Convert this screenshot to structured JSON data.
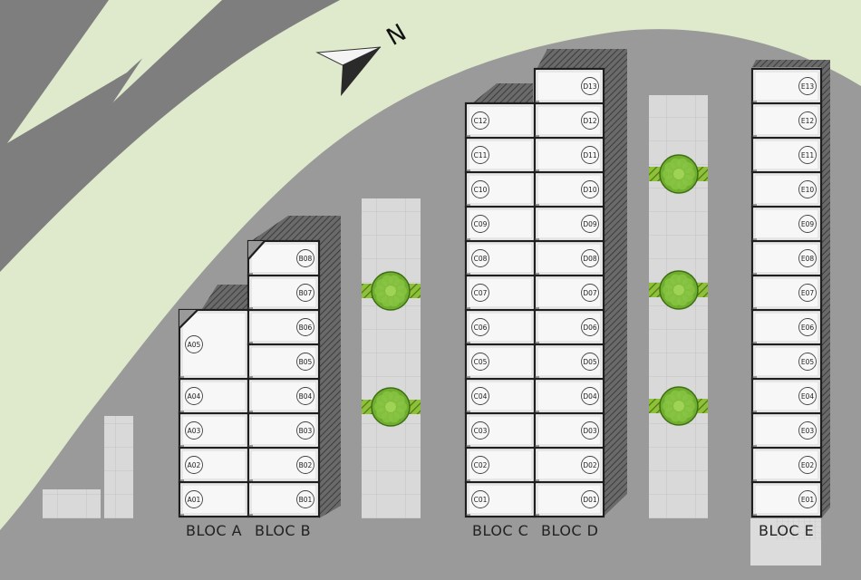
{
  "north": {
    "label": "N"
  },
  "blocs": [
    {
      "id": "A",
      "label": "BLOC A",
      "units": [
        "A01",
        "A02",
        "A03",
        "A04",
        "A05"
      ]
    },
    {
      "id": "B",
      "label": "BLOC B",
      "units": [
        "B01",
        "B02",
        "B03",
        "B04",
        "B05",
        "B06",
        "B07",
        "B08"
      ]
    },
    {
      "id": "C",
      "label": "BLOC C",
      "units": [
        "C01",
        "C02",
        "C03",
        "C04",
        "C05",
        "C06",
        "C07",
        "C08",
        "C09",
        "C10",
        "C11",
        "C12"
      ]
    },
    {
      "id": "D",
      "label": "BLOC D",
      "units": [
        "D01",
        "D02",
        "D03",
        "D04",
        "D05",
        "D06",
        "D07",
        "D08",
        "D09",
        "D10",
        "D11",
        "D12",
        "D13"
      ]
    },
    {
      "id": "E",
      "label": "BLOC E",
      "units": [
        "E01",
        "E02",
        "E03",
        "E04",
        "E05",
        "E06",
        "E07",
        "E08",
        "E09",
        "E10",
        "E11",
        "E12",
        "E13"
      ]
    }
  ],
  "colors": {
    "asphalt": "#9a9a9a",
    "road": "#7e7e7e",
    "grass": "#dfe9cb",
    "paving": "#d6d6d6",
    "unit_fill": "#f7f7f7",
    "wall": "#1e1e1e",
    "shadow": "#5a5a5a",
    "tree": "#6fae2e",
    "tree_band": "#7aa82a"
  }
}
